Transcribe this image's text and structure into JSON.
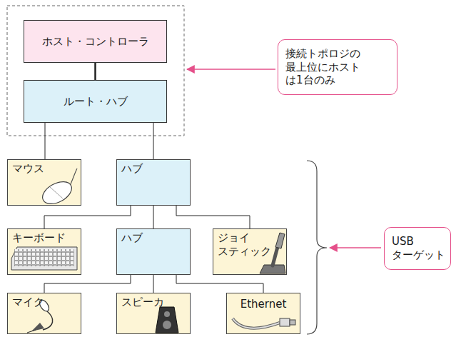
{
  "diagram": {
    "nodes": [
      {
        "text": [
          "ホスト・コントローラ"
        ]
      },
      {
        "text": [
          "接続トポロジの 最上位にホスト は1台のみ"
        ]
      },
      {
        "text": [
          "ルート・ハブ"
        ]
      },
      {
        "text": [
          "マウス"
        ]
      },
      {
        "text": [
          "ハブ"
        ]
      },
      {
        "text": [
          "キーボード"
        ]
      },
      {
        "text": [
          "ハブ"
        ]
      },
      {
        "text": [
          "ジョイ スティック"
        ]
      },
      {
        "text": [
          "USB ターゲット"
        ]
      },
      {
        "text": [
          "マイク"
        ]
      },
      {
        "text": [
          "スピーカ"
        ]
      },
      {
        "text": [
          "Ethernet"
        ]
      }
    ],
    "edges": [
      {
        "from": 0,
        "to": 2,
        "arrow": "none"
      },
      {
        "from": 2,
        "to": 3,
        "arrow": "none"
      },
      {
        "from": 2,
        "to": 4,
        "arrow": "none"
      },
      {
        "from": 4,
        "to": 5,
        "arrow": "none"
      },
      {
        "from": 4,
        "to": 6,
        "arrow": "none"
      },
      {
        "from": 4,
        "to": 7,
        "arrow": "none"
      },
      {
        "from": 6,
        "to": 9,
        "arrow": "none"
      },
      {
        "from": 6,
        "to": 10,
        "arrow": "none"
      },
      {
        "from": 6,
        "to": 11,
        "arrow": "none"
      }
    ]
  }
}
